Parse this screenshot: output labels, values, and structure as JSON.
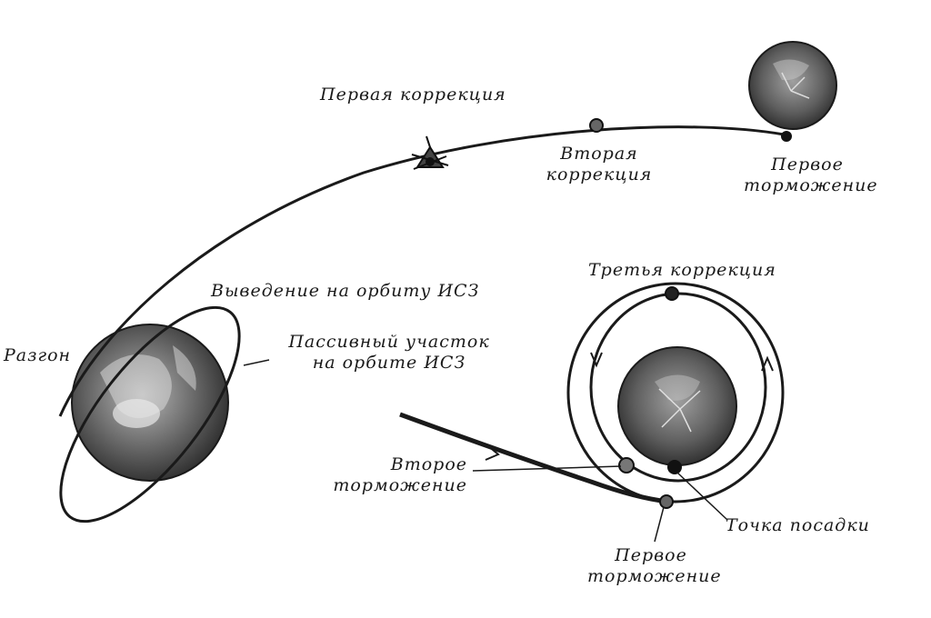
{
  "colors": {
    "ink": "#1a1a1a",
    "planet_dark": "#3a3a3a",
    "planet_light": "#9a9a9a",
    "paper": "#ffffff"
  },
  "labels": {
    "first_correction": "Первая коррекция",
    "second_correction": [
      "Вторая",
      "коррекция"
    ],
    "first_braking_top": [
      "Первое",
      "торможение"
    ],
    "orbit_insertion": "Выведение на орбиту ИСЗ",
    "acceleration": "Разгон",
    "passive_segment": [
      "Пассивный участок",
      "на орбите ИСЗ"
    ],
    "third_correction": "Третья коррекция",
    "second_braking": [
      "Второе",
      "торможение"
    ],
    "landing_point": "Точка посадки",
    "first_braking_bottom": [
      "Первое",
      "торможение"
    ]
  }
}
